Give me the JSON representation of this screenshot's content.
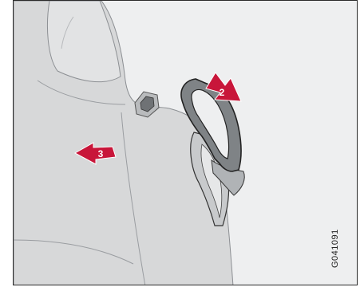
{
  "figure": {
    "reference_code": "G041091",
    "callouts": [
      {
        "label": "2",
        "direction": "up-right"
      },
      {
        "label": "3",
        "direction": "left"
      }
    ],
    "colors": {
      "arrow": "#c8163a",
      "seat_fill": "#d7d8d9",
      "seat_line": "#8c8f93",
      "background": "#eeeff0",
      "handle_fill": "#7f8386",
      "handle_outline": "#222222"
    }
  }
}
